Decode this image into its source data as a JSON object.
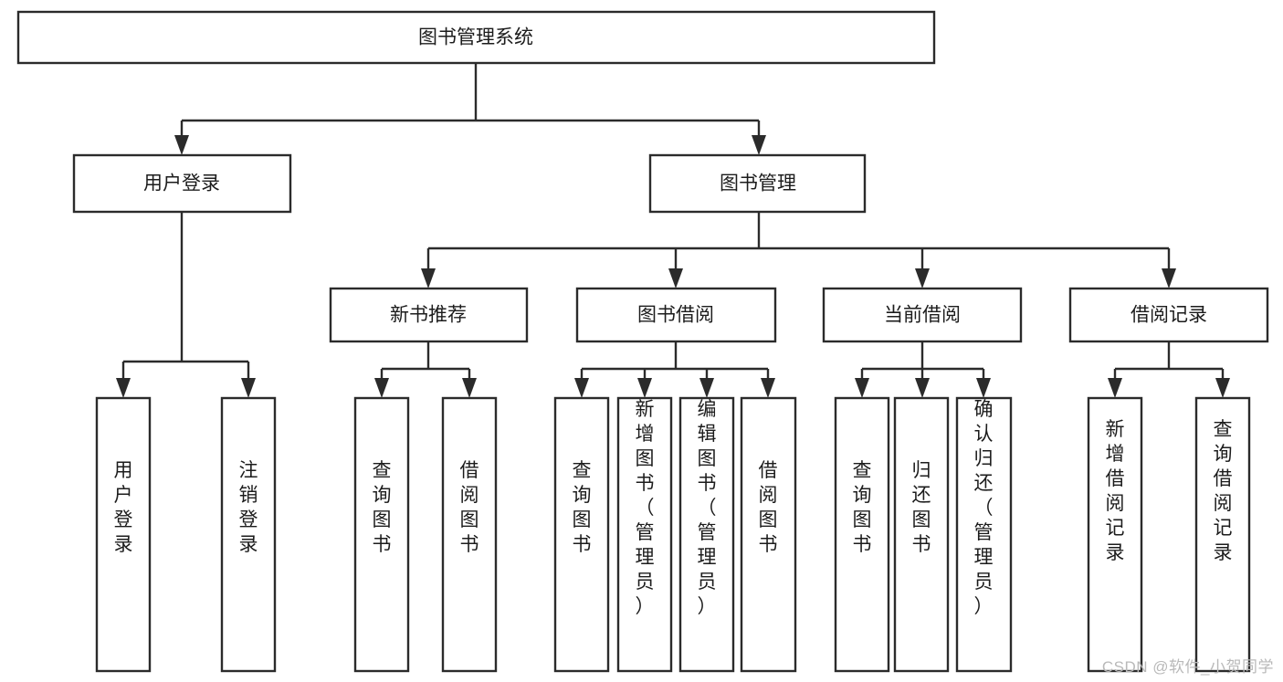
{
  "diagram": {
    "title": "图书管理系统",
    "type": "tree",
    "root": {
      "id": "root",
      "label": "图书管理系统",
      "orientation": "horizontal"
    },
    "levels": [
      {
        "level": 1,
        "nodes": [
          {
            "id": "user-login",
            "label": "用户登录",
            "orientation": "horizontal"
          },
          {
            "id": "book-management",
            "label": "图书管理",
            "orientation": "horizontal"
          }
        ]
      },
      {
        "level": 2,
        "nodes": [
          {
            "id": "new-book-recommend",
            "label": "新书推荐",
            "orientation": "horizontal",
            "parent": "book-management"
          },
          {
            "id": "book-borrow",
            "label": "图书借阅",
            "orientation": "horizontal",
            "parent": "book-management"
          },
          {
            "id": "current-borrow",
            "label": "当前借阅",
            "orientation": "horizontal",
            "parent": "book-management"
          },
          {
            "id": "borrow-record",
            "label": "借阅记录",
            "orientation": "horizontal",
            "parent": "book-management"
          }
        ]
      },
      {
        "level": 3,
        "nodes": [
          {
            "id": "leaf-user-login",
            "label": "用户登录",
            "orientation": "vertical",
            "parent": "user-login"
          },
          {
            "id": "leaf-user-logout",
            "label": "注销登录",
            "orientation": "vertical",
            "parent": "user-login"
          },
          {
            "id": "leaf-query-book-1",
            "label": "查询图书",
            "orientation": "vertical",
            "parent": "new-book-recommend"
          },
          {
            "id": "leaf-borrow-book-1",
            "label": "借阅图书",
            "orientation": "vertical",
            "parent": "new-book-recommend"
          },
          {
            "id": "leaf-query-book-2",
            "label": "查询图书",
            "orientation": "vertical",
            "parent": "book-borrow"
          },
          {
            "id": "leaf-add-book",
            "label": "新增图书（管理员）",
            "orientation": "vertical",
            "parent": "book-borrow"
          },
          {
            "id": "leaf-edit-book",
            "label": "编辑图书（管理员）",
            "orientation": "vertical",
            "parent": "book-borrow"
          },
          {
            "id": "leaf-borrow-book-2",
            "label": "借阅图书",
            "orientation": "vertical",
            "parent": "book-borrow"
          },
          {
            "id": "leaf-query-book-3",
            "label": "查询图书",
            "orientation": "vertical",
            "parent": "current-borrow"
          },
          {
            "id": "leaf-return-book",
            "label": "归还图书",
            "orientation": "vertical",
            "parent": "current-borrow"
          },
          {
            "id": "leaf-confirm-return",
            "label": "确认归还（管理员）",
            "orientation": "vertical",
            "parent": "current-borrow"
          },
          {
            "id": "leaf-add-record",
            "label": "新增借阅记录",
            "orientation": "vertical",
            "parent": "borrow-record"
          },
          {
            "id": "leaf-query-record",
            "label": "查询借阅记录",
            "orientation": "vertical",
            "parent": "borrow-record"
          }
        ]
      }
    ],
    "colors": {
      "box_fill": "#ffffff",
      "box_stroke": "#2b2b2b",
      "text": "#1c1c1c",
      "watermark": "#b9b9b9",
      "background": "#ffffff"
    }
  },
  "watermark": {
    "text": "CSDN @软件_小贺同学"
  }
}
